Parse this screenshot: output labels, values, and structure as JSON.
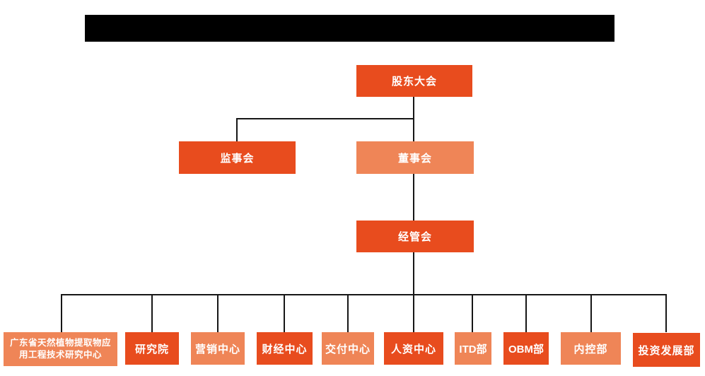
{
  "colors": {
    "primary_orange": "#E84C1E",
    "light_orange": "#EF8557",
    "line_black": "#161616",
    "text_white": "#FFFFFF",
    "header_bar_black": "#000000"
  },
  "header": {
    "type": "black-redaction-bar",
    "text": ""
  },
  "nodes": [
    {
      "id": "shareholders-meeting",
      "label": "股东大会",
      "tone": "primary",
      "level": 1
    },
    {
      "id": "supervisory-board",
      "label": "监事会",
      "tone": "primary",
      "level": 2
    },
    {
      "id": "board-of-directors",
      "label": "董事会",
      "tone": "light",
      "level": 2
    },
    {
      "id": "management-committee",
      "label": "经管会",
      "tone": "primary",
      "level": 3
    },
    {
      "id": "gd-plant-extract-research-center",
      "label": "广东省天然植物提取物应用工程技术研究中心",
      "tone": "light",
      "level": 4
    },
    {
      "id": "research-institute",
      "label": "研究院",
      "tone": "primary",
      "level": 4
    },
    {
      "id": "marketing-center",
      "label": "营销中心",
      "tone": "light",
      "level": 4
    },
    {
      "id": "finance-center",
      "label": "财经中心",
      "tone": "primary",
      "level": 4
    },
    {
      "id": "delivery-center",
      "label": "交付中心",
      "tone": "light",
      "level": 4
    },
    {
      "id": "hr-center",
      "label": "人资中心",
      "tone": "primary",
      "level": 4
    },
    {
      "id": "itd-department",
      "label": "ITD部",
      "tone": "light",
      "level": 4
    },
    {
      "id": "obm-department",
      "label": "OBM部",
      "tone": "primary",
      "level": 4
    },
    {
      "id": "internal-control-department",
      "label": "内控部",
      "tone": "light",
      "level": 4
    },
    {
      "id": "investment-development-department",
      "label": "投资发展部",
      "tone": "primary",
      "level": 4
    }
  ],
  "hierarchy": {
    "股东大会": [
      "监事会",
      "董事会"
    ],
    "董事会": [
      "经管会"
    ],
    "经管会": [
      "广东省天然植物提取物应用工程技术研究中心",
      "研究院",
      "营销中心",
      "财经中心",
      "交付中心",
      "人资中心",
      "ITD部",
      "OBM部",
      "内控部",
      "投资发展部"
    ]
  }
}
